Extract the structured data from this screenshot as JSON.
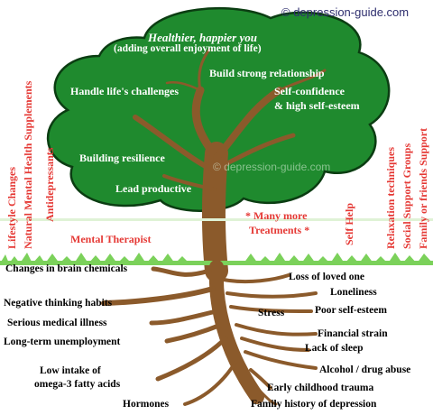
{
  "watermark_top": "© depression-guide.com",
  "watermark_center": "© depression-guide.com",
  "crown": {
    "title": "Healthier, happier you",
    "subtitle": "(adding overall enjoyment of life)",
    "benefits": [
      "Build strong relationship",
      "Handle life's challenges",
      "Self-confidence",
      "& high self-esteem",
      "Building resilience",
      "Lead productive"
    ]
  },
  "treatments": {
    "left_vertical": [
      "Lifestyle Changes",
      "Natural Mental Health Supplements",
      "Antidepressants"
    ],
    "mental_therapist": "Mental Therapist",
    "many_more_line1": "* Many more",
    "many_more_line2": "Treatments *",
    "right_vertical": [
      "Self Help",
      "Relaxation techniques",
      "Social Support Groups",
      "Family or friends Support"
    ]
  },
  "causes": {
    "left": [
      "Changes in brain chemicals",
      "Negative thinking habits",
      "Serious medical illness",
      "Long-term unemployment",
      "Low intake of",
      "omega-3 fatty acids",
      "Hormones"
    ],
    "center": "Stress",
    "right": [
      "Loss of loved one",
      "Loneliness",
      "Poor self-esteem",
      "Financial strain",
      "Lack of sleep",
      "Alcohol / drug abuse",
      "Early childhood trauma",
      "Family history of depression"
    ]
  },
  "colors": {
    "canopy": "#1f8a2e",
    "canopy_outline": "#0b3d12",
    "trunk": "#8b5a2b",
    "grass": "#7bd15a",
    "treatment_text": "#e53935",
    "root_text": "#000000",
    "watermark": "#2e2e6e"
  }
}
